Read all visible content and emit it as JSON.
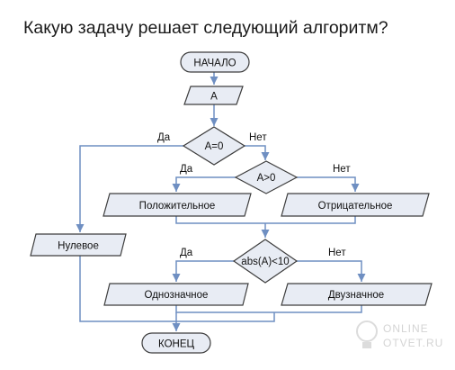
{
  "question": "Какую задачу решает следующий алгоритм?",
  "flowchart": {
    "start": "НАЧАЛО",
    "input": "А",
    "cond_zero": "А=0",
    "cond_positive": "А>0",
    "cond_abs": "abs(A)<10",
    "out_positive": "Положительное",
    "out_negative": "Отрицательное",
    "out_zero": "Нулевое",
    "out_single_digit": "Однозначное",
    "out_two_digit": "Двузначное",
    "end": "КОНЕЦ",
    "yes_label": "Да",
    "no_label": "Нет"
  },
  "watermark": {
    "line1": "ONLINE",
    "line2": "OTVET.RU"
  }
}
